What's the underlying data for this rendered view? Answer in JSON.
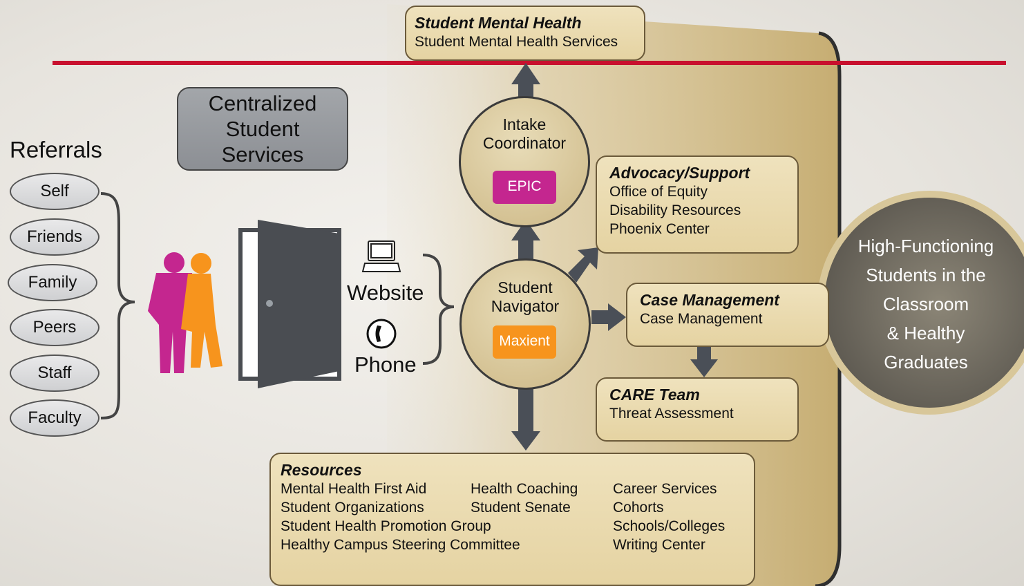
{
  "referrals": {
    "title": "Referrals",
    "items": [
      "Self",
      "Friends",
      "Family",
      "Peers",
      "Staff",
      "Faculty"
    ]
  },
  "centralized": {
    "label": "Centralized Student Services"
  },
  "channels": {
    "website": "Website",
    "phone": "Phone"
  },
  "smh": {
    "title": "Student Mental Health",
    "line": "Student Mental Health Services"
  },
  "intake": {
    "label": "Intake Coordinator",
    "tag": "EPIC",
    "tag_color": "#c4268f"
  },
  "navigator": {
    "label": "Student Navigator",
    "tag": "Maxient",
    "tag_color": "#f7941d"
  },
  "advocacy": {
    "title": "Advocacy/Support",
    "lines": [
      "Office of Equity",
      "Disability Resources",
      "Phoenix Center"
    ]
  },
  "case_mgmt": {
    "title": "Case Management",
    "line": "Case Management"
  },
  "care": {
    "title": "CARE Team",
    "line": "Threat Assessment"
  },
  "resources": {
    "title": "Resources",
    "col1": [
      "Mental Health First Aid",
      "Student Organizations",
      "Student Health Promotion Group",
      "Healthy Campus Steering Committee"
    ],
    "col2": [
      "Health Coaching",
      "Student Senate"
    ],
    "col3": [
      "Career Services",
      "Cohorts",
      "Schools/Colleges",
      "Writing Center"
    ]
  },
  "outcome": {
    "lines": [
      "High-Functioning",
      "Students in the",
      "Classroom",
      "& Healthy",
      "Graduates"
    ]
  },
  "colors": {
    "red_line": "#c8102e",
    "gold": "#c9b27a",
    "dark_arrow": "#4a4f57",
    "door": "#4a4d52",
    "person_magenta": "#c4268f",
    "person_orange": "#f7941d"
  }
}
